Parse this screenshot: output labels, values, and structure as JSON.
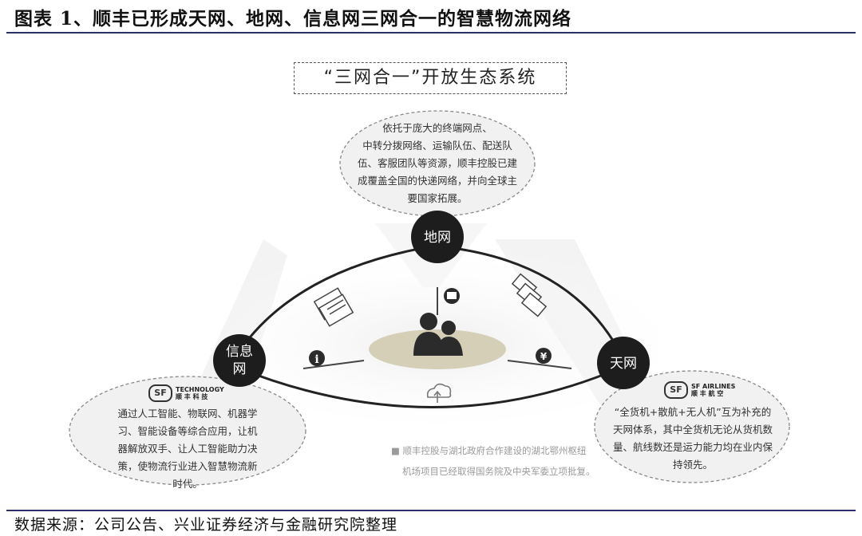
{
  "figure": {
    "title": "图表 1、顺丰已形成天网、地网、信息网三网合一的智慧物流网络",
    "source": "数据来源：公司公告、兴业证券经济与金融研究院整理"
  },
  "diagram": {
    "heading": "“三网合一”开放生态系统",
    "nodes": {
      "ground": "地网",
      "info_line1": "信息",
      "info_line2": "网",
      "sky": "天网"
    },
    "bubbles": {
      "ground": [
        "依托于庞大的终端网点、",
        "中转分拨网络、运输队伍、配送队",
        "伍、客服团队等资源，顺丰控股已建",
        "成覆盖全国的快递网络，并向全球主",
        "要国家拓展。"
      ],
      "info": [
        "通过人工智能、物联网、机器学",
        "习、智能设备等综合应用，让机",
        "器解放双手、让人工智能助力决",
        "策，使物流行业进入智慧物流新",
        "时代。"
      ],
      "sky": [
        "“全货机+散航+无人机”互为补充的",
        "天网体系，其中全货机无论从货机数",
        "量、航线数还是运力能力均在业内保",
        "持领先。"
      ]
    },
    "logos": {
      "tech_mark": "SF",
      "tech_en": "TECHNOLOGY",
      "tech_cn": "顺 丰 科 技",
      "air_mark": "SF",
      "air_en": "SF AIRLINES",
      "air_cn": "顺 丰 航 空"
    },
    "note": [
      "■  顺丰控股与湖北政府合作建设的湖北鄂州枢纽",
      "机场项目已经取得国务院及中央军委立项批复。"
    ],
    "icons": {
      "info": "info-icon",
      "money": "yen-icon",
      "parcel": "parcel-icon",
      "cloud": "cloud-upload-icon",
      "people": "people-icon",
      "documents": "documents-icon",
      "cash": "banknotes-icon"
    }
  }
}
